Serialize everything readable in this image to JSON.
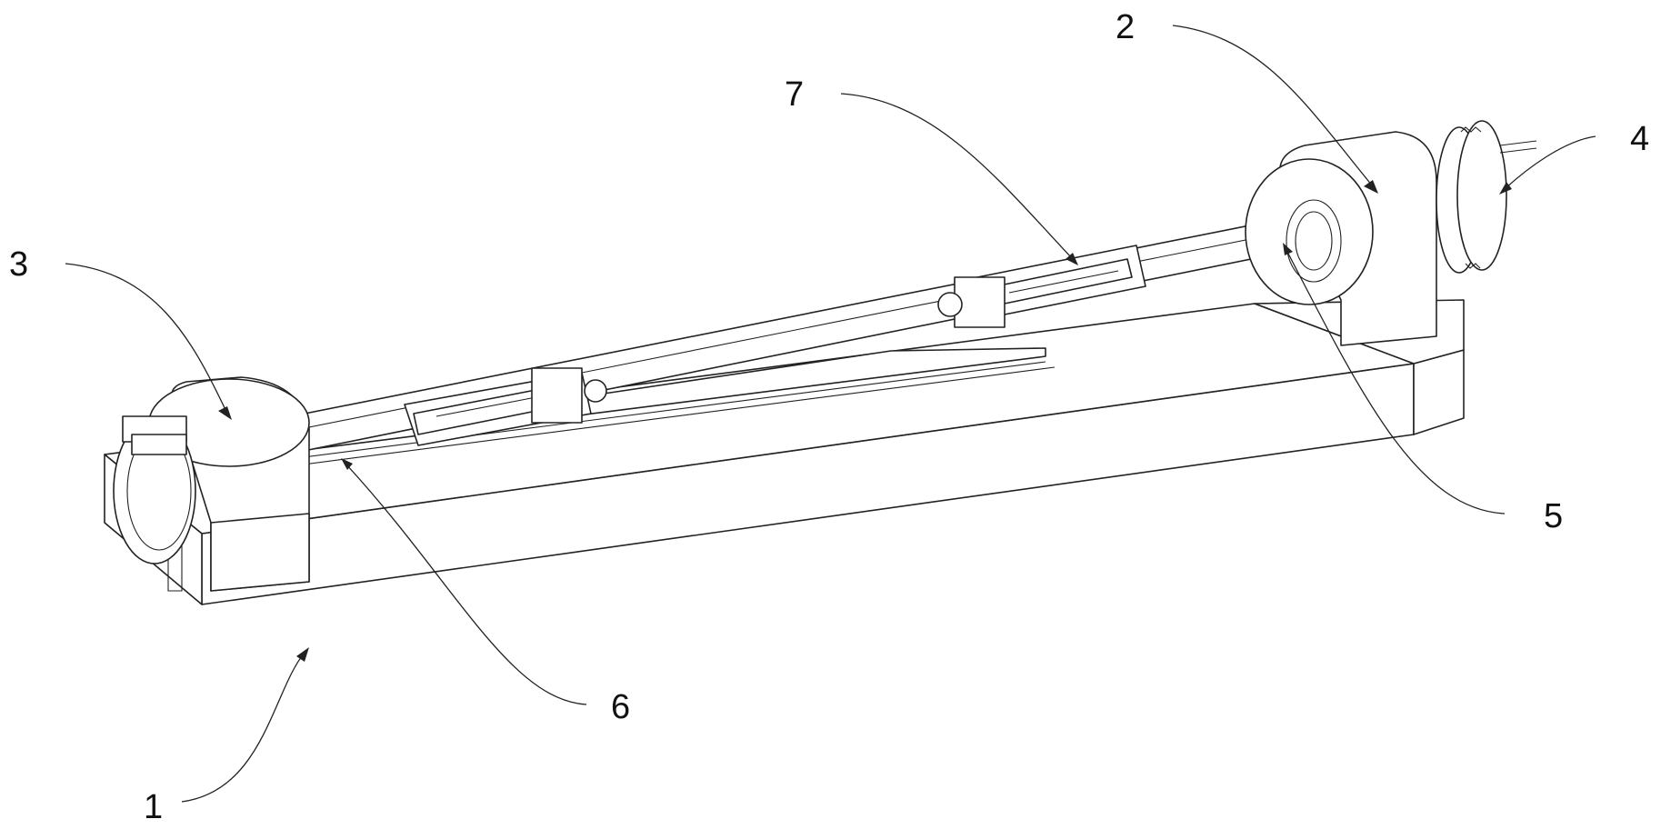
{
  "labels": [
    {
      "id": "1",
      "text": "1"
    },
    {
      "id": "2",
      "text": "2"
    },
    {
      "id": "3",
      "text": "3"
    },
    {
      "id": "4",
      "text": "4"
    },
    {
      "id": "5",
      "text": "5"
    },
    {
      "id": "6",
      "text": "6"
    },
    {
      "id": "7",
      "text": "7"
    }
  ],
  "colors": {
    "line": "#222222",
    "background": "#ffffff"
  }
}
